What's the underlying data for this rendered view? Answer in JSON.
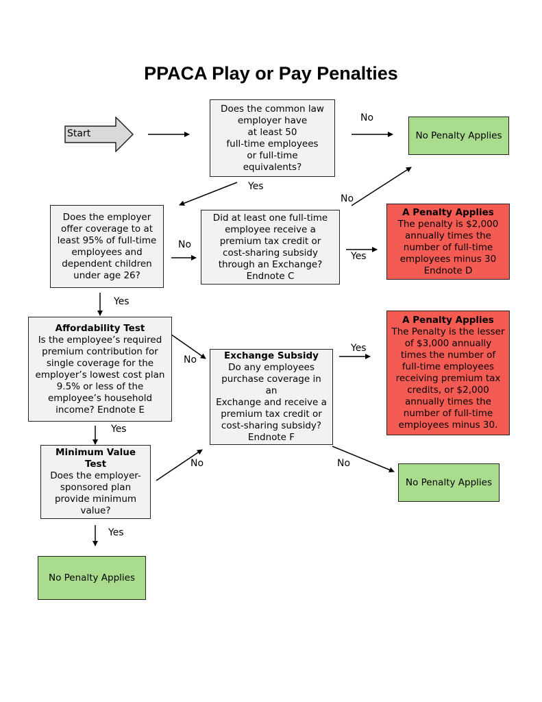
{
  "title": "PPACA Play or Pay Penalties",
  "start": "Start",
  "nodes": {
    "q_employees": "Does the common law\nemployer have\nat least 50\nfull-time employees\nor full-time\nequivalents?",
    "q_coverage": "Does the employer\noffer coverage to at\nleast 95% of full-time\nemployees and\ndependent children\nunder age 26?",
    "q_tax_credit": "Did at least one full-time\nemployee receive a\npremium tax credit or\ncost-sharing subsidy\nthrough an Exchange?\nEndnote C",
    "affordability": {
      "heading": "Affordability Test",
      "text": "Is the employee’s required\npremium contribution for\nsingle coverage for the\nemployer’s lowest cost plan\n9.5% or less of the\nemployee’s household\nincome? Endnote E"
    },
    "exchange": {
      "heading": "Exchange Subsidy",
      "text": "Do any employees\npurchase coverage in an\nExchange and receive a\npremium tax credit or\ncost-sharing subsidy?\nEndnote F"
    },
    "min_value": {
      "heading": "Minimum Value Test",
      "text": "Does the employer-\nsponsored plan\nprovide minimum\nvalue?"
    },
    "penalty_d": {
      "heading": "A Penalty Applies",
      "text": "The penalty is $2,000\nannually times the\nnumber of full-time\nemployees minus 30\nEndnote D"
    },
    "penalty_lesser": {
      "heading": "A Penalty Applies",
      "text": "The Penalty is the lesser\nof $3,000 annually\ntimes the number of\nfull-time employees\nreceiving premium tax\ncredits, or $2,000\nannually times the\nnumber of full-time\nemployees minus 30."
    },
    "no_penalty_1": "No Penalty Applies",
    "no_penalty_2": "No Penalty Applies",
    "no_penalty_3": "No Penalty Applies"
  },
  "edge_labels": {
    "no": "No",
    "yes": "Yes"
  },
  "colors": {
    "question_fill": "#f2f2f2",
    "no_penalty_fill": "#a9dc8c",
    "penalty_fill": "#f45b52"
  }
}
